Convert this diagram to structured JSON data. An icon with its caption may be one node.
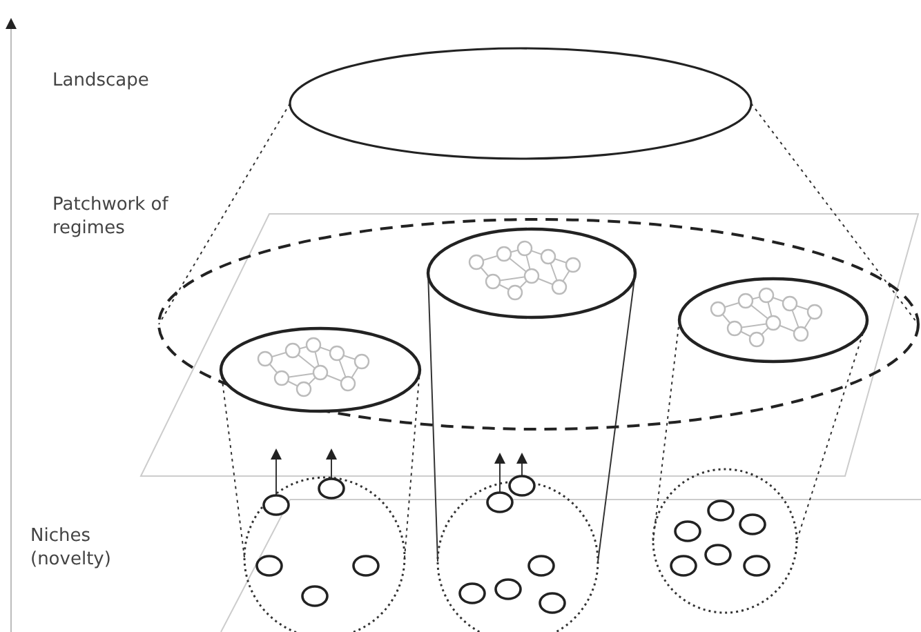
{
  "diagram": {
    "nodes": [
      {
        "text": [],
        "shape": "circle"
      },
      {
        "text": [],
        "shape": "circle"
      },
      {
        "text": [],
        "shape": "cylinder",
        "in": 1
      },
      {
        "text": [],
        "shape": "cylinder",
        "in": 1
      },
      {
        "text": [],
        "shape": "cylinder",
        "in": 1
      },
      {
        "text": [],
        "shape": "circle"
      },
      {
        "text": [],
        "shape": "circle"
      },
      {
        "text": [],
        "shape": "circle"
      }
    ],
    "edges": [
      {
        "from": 0,
        "to": 1,
        "arrow": "none",
        "style": "dashed"
      },
      {
        "from": 0,
        "to": 1,
        "arrow": "none",
        "style": "dashed"
      },
      {
        "from": 2,
        "to": 5,
        "arrow": "none",
        "style": "dashed"
      },
      {
        "from": 2,
        "to": 5,
        "arrow": "none",
        "style": "dashed"
      },
      {
        "from": 3,
        "to": 6,
        "arrow": "none"
      },
      {
        "from": 3,
        "to": 6,
        "arrow": "none"
      },
      {
        "from": 4,
        "to": 7,
        "arrow": "none",
        "style": "dashed"
      },
      {
        "from": 4,
        "to": 7,
        "arrow": "none",
        "style": "dashed"
      },
      {
        "from": 5,
        "to": null,
        "arrow": "to"
      },
      {
        "from": 5,
        "to": null,
        "arrow": "to"
      },
      {
        "from": 6,
        "to": null,
        "arrow": "to"
      },
      {
        "from": 6,
        "to": null,
        "arrow": "to"
      }
    ],
    "labels": [
      "Landscape",
      "Patchwork of regimes",
      "Niches (novelty)"
    ]
  }
}
